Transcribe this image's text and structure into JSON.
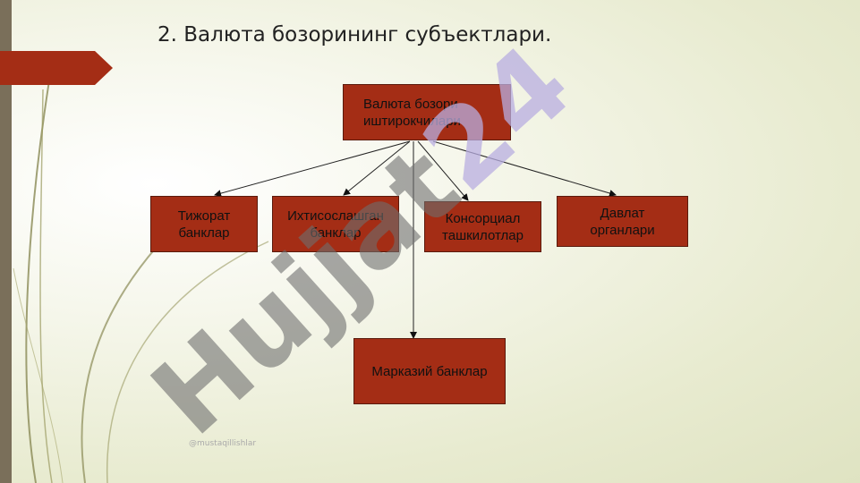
{
  "slide": {
    "title": "2. Валюта бозорининг субъектлари.",
    "credit": "@mustaqillishlar",
    "watermark_text": "Hujjat24"
  },
  "diagram": {
    "root": "Валюта бозори\nиштирокчилари",
    "nodes": {
      "commercial_banks": "Тижорат\nбанклар",
      "specialized_banks": "Ихтисослашган\nбанклар",
      "consortium": "Консорциал\nташкилотлар",
      "state_bodies": "Давлат\nорганлари",
      "central_bank": "Марказий банклар"
    }
  },
  "colors": {
    "box_fill": "#a42d15",
    "accent_tab": "#a42d15",
    "left_bar": "#7a6f5a",
    "watermark_dark": "#6e6e6e",
    "watermark_light": "#b8aee0"
  }
}
